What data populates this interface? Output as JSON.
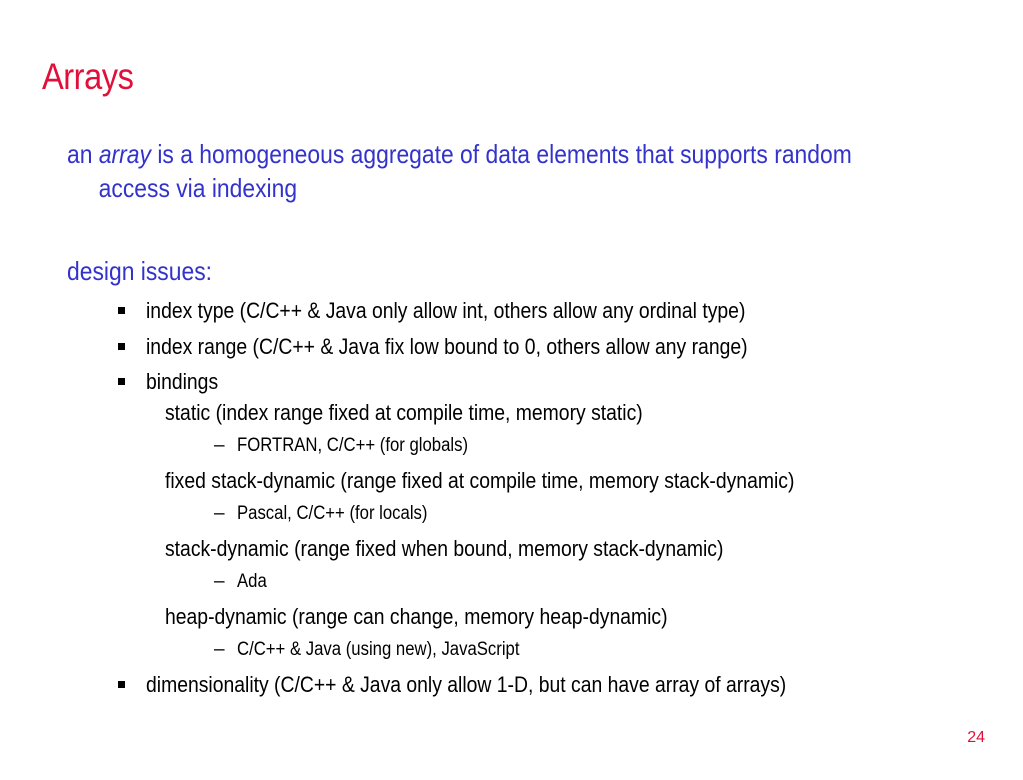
{
  "slide": {
    "title": "Arrays",
    "intro": {
      "prefix": "an ",
      "term": "array",
      "rest_line1": " is a homogeneous aggregate of data elements that supports random",
      "line2": "access via indexing"
    },
    "design_heading": "design issues:",
    "bullets": {
      "index_type": "index type (C/C++ & Java only allow int, others allow any ordinal type)",
      "index_range": "index range (C/C++ & Java fix low bound to 0, others allow any range)",
      "bindings": "bindings",
      "dimensionality": "dimensionality (C/C++ & Java only allow 1-D, but can have array of arrays)"
    },
    "bindings": {
      "static": "static (index range fixed at compile time, memory static)",
      "static_example": "FORTRAN, C/C++ (for globals)",
      "fixed_stack": "fixed stack-dynamic (range fixed at compile time, memory stack-dynamic)",
      "fixed_stack_example": "Pascal, C/C++ (for locals)",
      "stack_dynamic": "stack-dynamic (range fixed when bound, memory stack-dynamic)",
      "stack_dynamic_example": "Ada",
      "heap_dynamic": "heap-dynamic (range can change, memory heap-dynamic)",
      "heap_dynamic_example": "C/C++ & Java (using new), JavaScript"
    },
    "dash_glyph": "–",
    "page_number": "24",
    "colors": {
      "title": "#e0103a",
      "body_blue": "#3333cc",
      "text": "#000000"
    }
  }
}
